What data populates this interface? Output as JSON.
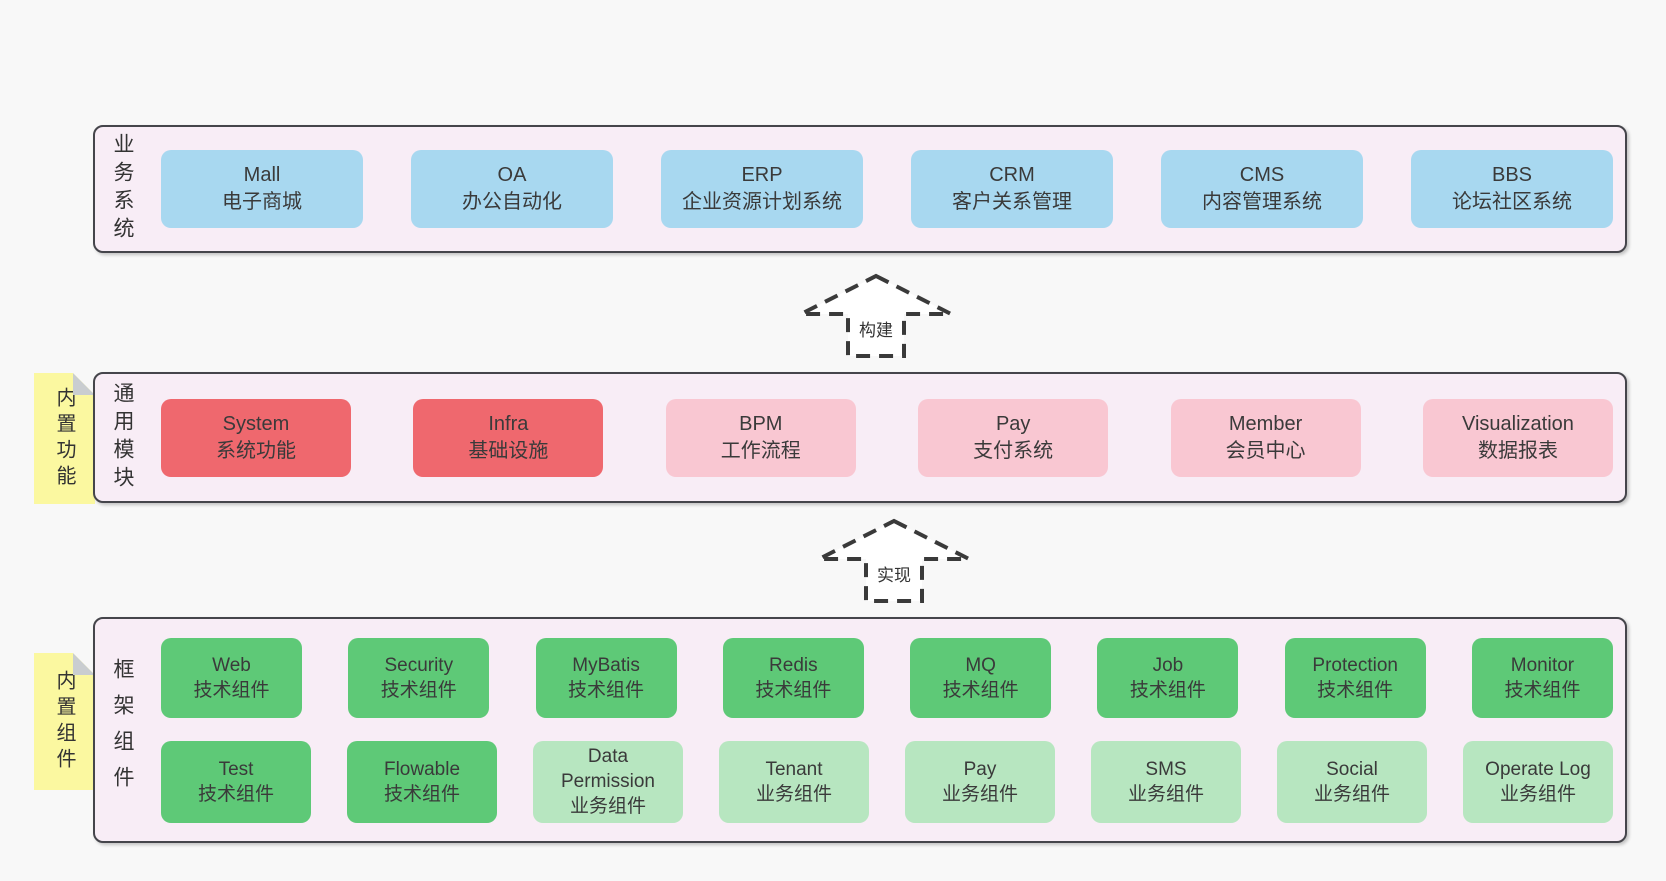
{
  "colors": {
    "page_bg": "#f8f8f8",
    "panel_bg": "#f8edf6",
    "panel_border": "#45454b",
    "blue_box": "#a8d8f0",
    "red_box": "#ef686e",
    "pink_box": "#f9c7d2",
    "green_box": "#5ec977",
    "light_green_box": "#b7e6c0",
    "sticky_yellow": "#fbf8a0",
    "sticky_fold": "#c9cdd0",
    "text": "#3a3a3a"
  },
  "arrows": {
    "build": {
      "label": "构建"
    },
    "implement": {
      "label": "实现"
    }
  },
  "stickies": {
    "functions": {
      "label": "内置功能"
    },
    "components": {
      "label": "内置组件"
    }
  },
  "panel1": {
    "label": "业务系统",
    "boxes": [
      {
        "en": "Mall",
        "zh": "电子商城"
      },
      {
        "en": "OA",
        "zh": "办公自动化"
      },
      {
        "en": "ERP",
        "zh": "企业资源计划系统"
      },
      {
        "en": "CRM",
        "zh": "客户关系管理"
      },
      {
        "en": "CMS",
        "zh": "内容管理系统"
      },
      {
        "en": "BBS",
        "zh": "论坛社区系统"
      }
    ]
  },
  "panel2": {
    "label": "通用模块",
    "boxes": [
      {
        "en": "System",
        "zh": "系统功能"
      },
      {
        "en": "Infra",
        "zh": "基础设施"
      },
      {
        "en": "BPM",
        "zh": "工作流程"
      },
      {
        "en": "Pay",
        "zh": "支付系统"
      },
      {
        "en": "Member",
        "zh": "会员中心"
      },
      {
        "en": "Visualization",
        "zh": "数据报表"
      }
    ]
  },
  "panel3": {
    "label": "框架组件",
    "row1": [
      {
        "en": "Web",
        "zh": "技术组件"
      },
      {
        "en": "Security",
        "zh": "技术组件"
      },
      {
        "en": "MyBatis",
        "zh": "技术组件"
      },
      {
        "en": "Redis",
        "zh": "技术组件"
      },
      {
        "en": "MQ",
        "zh": "技术组件"
      },
      {
        "en": "Job",
        "zh": "技术组件"
      },
      {
        "en": "Protection",
        "zh": "技术组件"
      },
      {
        "en": "Monitor",
        "zh": "技术组件"
      }
    ],
    "row2": [
      {
        "en": "Test",
        "zh": "技术组件"
      },
      {
        "en": "Flowable",
        "zh": "技术组件"
      },
      {
        "en": "Data Permission",
        "zh": "业务组件"
      },
      {
        "en": "Tenant",
        "zh": "业务组件"
      },
      {
        "en": "Pay",
        "zh": "业务组件"
      },
      {
        "en": "SMS",
        "zh": "业务组件"
      },
      {
        "en": "Social",
        "zh": "业务组件"
      },
      {
        "en": "Operate Log",
        "zh": "业务组件"
      }
    ]
  }
}
